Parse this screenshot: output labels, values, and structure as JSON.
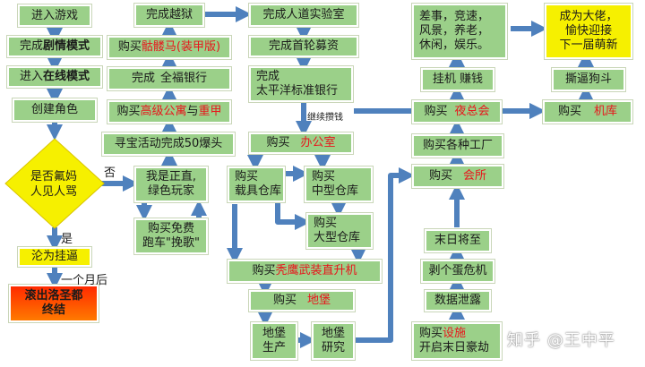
{
  "nodes": {
    "enter_game": "进入游戏",
    "story_done_a": "完成",
    "story_done_b": "剧情模式",
    "online_a": "进入",
    "online_b": "在线模式",
    "create_char": "创建角色",
    "decision_1": "是否氟妈",
    "decision_2": "人见人骂",
    "cheater": "沦为挂逼",
    "kicked_1": "滚出洛圣都",
    "kicked_2": "终结",
    "prison_break": "完成越狱",
    "buy_skull_a": "购买",
    "buy_skull_b": "骷髅马(装甲版)",
    "fleeca_a": "完成",
    "fleeca_b": "全福银行",
    "buy_apt_a": "购买",
    "buy_apt_b": "高级公寓",
    "buy_apt_c": "与",
    "buy_apt_d": "重甲",
    "treasure": "寻宝活动完成50爆头",
    "honest_1": "我是正直,",
    "honest_2": "绿色玩家",
    "free_car_1": "购买免费",
    "free_car_2": "跑车\"挽歌\"",
    "humane_lab": "完成人道实验室",
    "first_funding": "完成首轮募资",
    "pacific_1": "完成",
    "pacific_2": "太平洋标准银行",
    "buy_office_a": "购买",
    "buy_office_b": "办公室",
    "vehicle_wh_1": "购买",
    "vehicle_wh_2": "载具仓库",
    "mid_wh_1": "购买",
    "mid_wh_2": "中型仓库",
    "large_wh_1": "购买",
    "large_wh_2": "大型仓库",
    "buy_akula_a": "购买",
    "buy_akula_b": "秃鹰武装直升机",
    "buy_bunker_a": "购买",
    "buy_bunker_b": "地堡",
    "bunker_prod_1": "地堡",
    "bunker_prod_2": "生产",
    "bunker_res_1": "地堡",
    "bunker_res_2": "研究",
    "facility_a": "购买",
    "facility_b": "设施",
    "facility_c": "开启末日豪劫",
    "data_leak": "数据泄露",
    "bogdan": "剥个蛋危机",
    "doomsday": "末日将至",
    "buy_arcade_a": "购买",
    "buy_arcade_b": "会所",
    "factories": "购买各种工厂",
    "buy_nightclub_a": "购买",
    "buy_nightclub_b": "夜总会",
    "idle_money": "挂机  赚钱",
    "activities_1": "差事，竞速，",
    "activities_2": "风景，养老，",
    "activities_3": "休闲，娱乐。",
    "buy_garage_a": "购买",
    "buy_garage_b": "机库",
    "doomsday_pal": "撕逼狗斗",
    "boss_1": "成为大佬，",
    "boss_2": "愉快迎接",
    "boss_3": "下一届萌新"
  },
  "edge_labels": {
    "no": "否",
    "yes": "是",
    "month_later": "一个月后",
    "continue_heist": "继续攒钱"
  },
  "watermark": "知乎 @王中平",
  "colors": {
    "node_green": "#9bd089",
    "node_yellow": "#f6f000",
    "node_red": "#ff4a00",
    "arrow_blue": "#4f81bd",
    "highlight_red": "#e8151b"
  }
}
